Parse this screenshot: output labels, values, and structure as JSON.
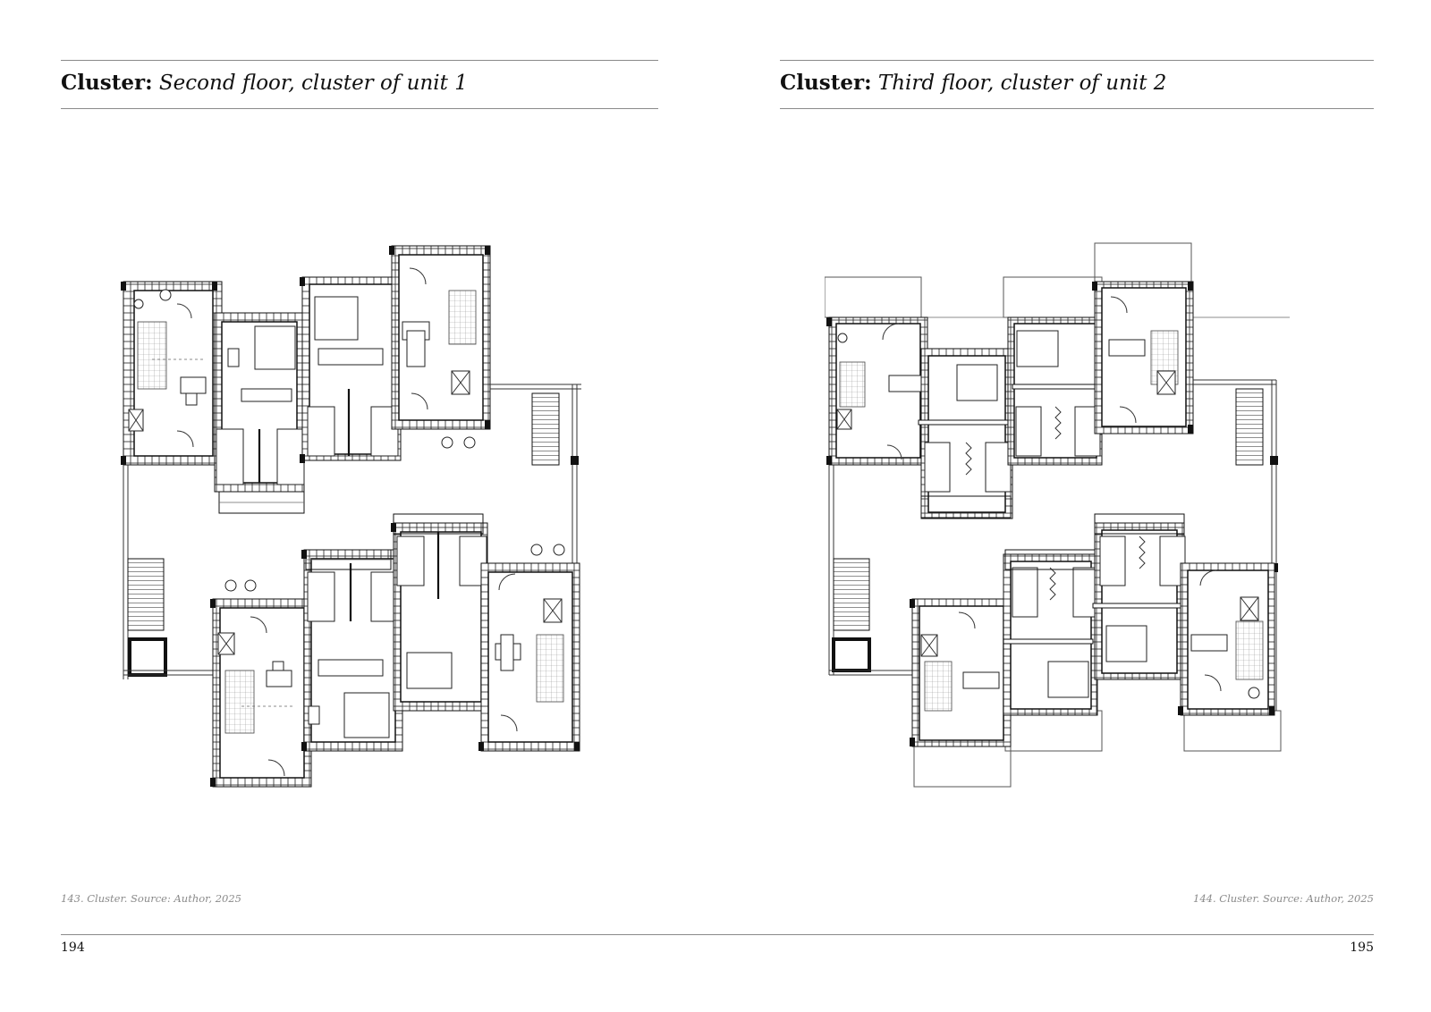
{
  "spread": {
    "left": {
      "heading_label": "Cluster:",
      "heading_sub": "Second floor, cluster of unit 1",
      "caption": "143. Cluster. Source: Author, 2025",
      "page_number": "194",
      "figure_icon": "floor-plan-drawing"
    },
    "right": {
      "heading_label": "Cluster:",
      "heading_sub": "Third floor, cluster of unit 2",
      "caption": "144. Cluster. Source: Author, 2025",
      "page_number": "195",
      "figure_icon": "floor-plan-drawing"
    }
  },
  "colors": {
    "rule": "#8a8a8a",
    "caption": "#8a8a8a",
    "ink": "#111111"
  }
}
